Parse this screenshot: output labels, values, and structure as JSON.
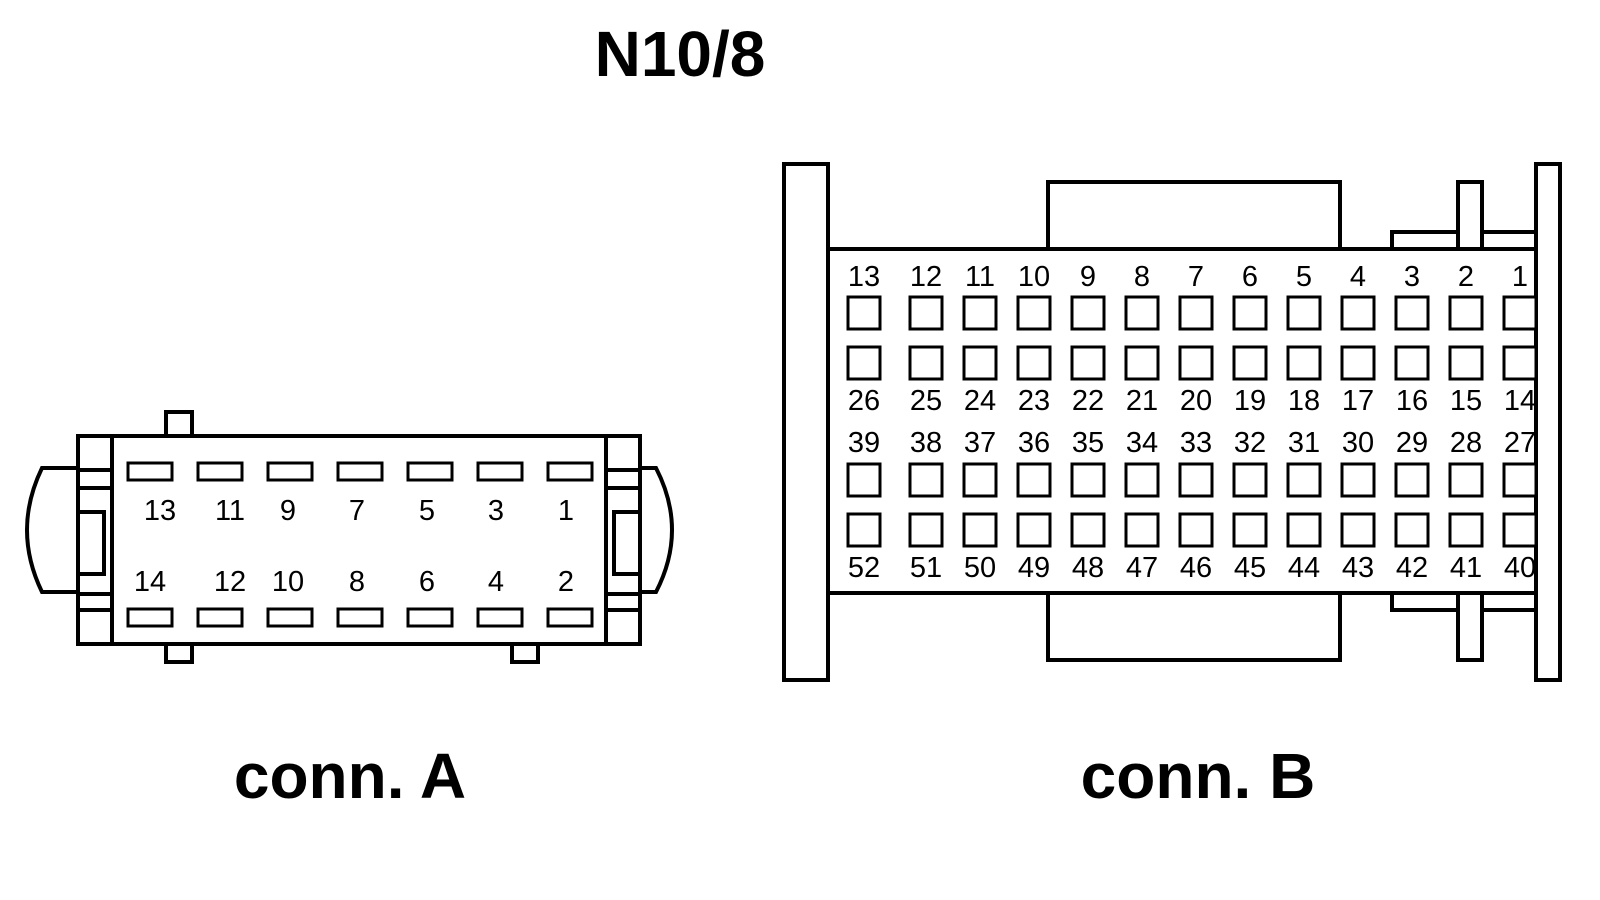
{
  "title": "N10/8",
  "connector_a": {
    "label": "conn. A",
    "top_row_pins": [
      "13",
      "11",
      "9",
      "7",
      "5",
      "3",
      "1"
    ],
    "bottom_row_pins": [
      "14",
      "12",
      "10",
      "8",
      "6",
      "4",
      "2"
    ]
  },
  "connector_b": {
    "label": "conn. B",
    "row1_pins": [
      "13",
      "12",
      "11",
      "10",
      "9",
      "8",
      "7",
      "6",
      "5",
      "4",
      "3",
      "2",
      "1"
    ],
    "row2_pins": [
      "26",
      "25",
      "24",
      "23",
      "22",
      "21",
      "20",
      "19",
      "18",
      "17",
      "16",
      "15",
      "14"
    ],
    "row3_pins": [
      "39",
      "38",
      "37",
      "36",
      "35",
      "34",
      "33",
      "32",
      "31",
      "30",
      "29",
      "28",
      "27"
    ],
    "row4_pins": [
      "52",
      "51",
      "50",
      "49",
      "48",
      "47",
      "46",
      "45",
      "44",
      "43",
      "42",
      "41",
      "40"
    ]
  }
}
